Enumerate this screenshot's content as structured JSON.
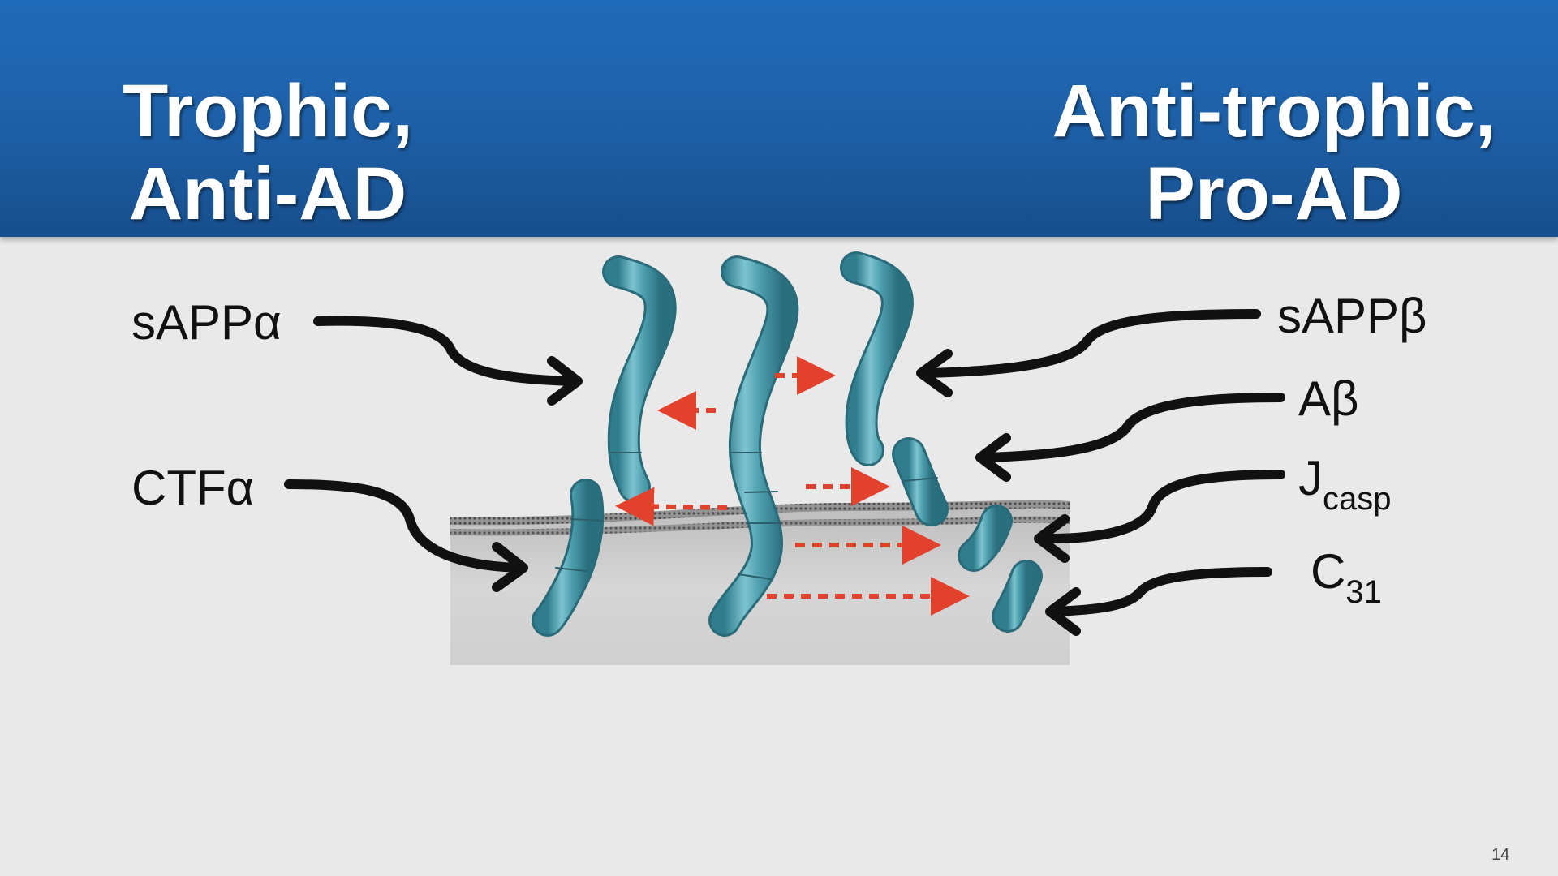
{
  "header": {
    "left_title": [
      "Trophic,",
      "Anti-AD"
    ],
    "right_title": [
      "Anti-trophic,",
      "Pro-AD"
    ]
  },
  "labels": {
    "sappa": "sAPPα",
    "ctfa": "CTFα",
    "sappb": "sAPPβ",
    "abeta": "Aβ",
    "jcasp": {
      "base": "J",
      "sub": "casp"
    },
    "c31": {
      "base": "C",
      "sub": "31"
    }
  },
  "page_number": "14",
  "colors": {
    "header_blue": "#1d5fa6",
    "header_text": "#ffffff",
    "background": "#e9e9e9",
    "membrane": "#c8c8c8",
    "protein": "#4e9fae",
    "cleavage_arrow": "#e2412b",
    "label_arrow": "#111111"
  }
}
